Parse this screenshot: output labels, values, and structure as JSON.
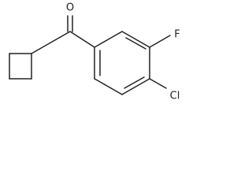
{
  "molecule": {
    "atoms": {
      "oxygen": "O",
      "fluorine": "F",
      "chlorine": "Cl"
    },
    "colors": {
      "bond": "#222222",
      "label": "#222222",
      "background": "#ffffff"
    }
  }
}
